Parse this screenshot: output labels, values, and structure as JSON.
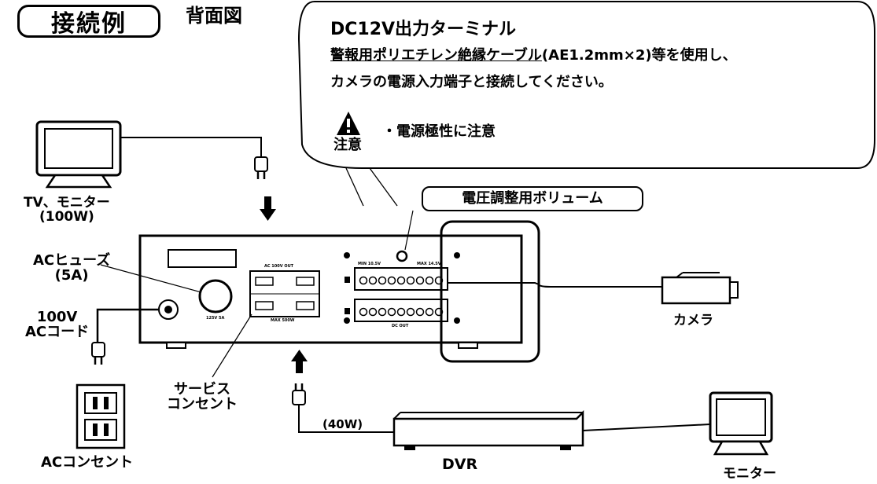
{
  "header": {
    "title": "接続例",
    "subtitle": "背面図"
  },
  "callout": {
    "title": "DC12V出力ターミナル",
    "line1_underlined": "警報用ポリエチレン絶縁ケーブル",
    "line1_rest": "(AE1.2mm×2)等を使用し、",
    "line2": "カメラの電源入力端子と接続してください。",
    "caution_text": "・電源極性に注意",
    "caution_label": "注意"
  },
  "labels": {
    "volume": "電圧調整用ボリューム",
    "tv_line1": "TV、モニター",
    "tv_line2": "(100W)",
    "fuse_line1": "ACヒューズ",
    "fuse_line2": "(5A)",
    "cord_line1": "100V",
    "cord_line2": "ACコード",
    "service_line1": "サービス",
    "service_line2": "コンセント",
    "camera": "カメラ",
    "outlet": "ACコンセント",
    "dvr": "DVR",
    "dvr_power": "(40W)",
    "monitor2": "モニター"
  },
  "panel_print": {
    "ac_out": "AC 100V OUT",
    "max": "MAX 500W",
    "fuse_rating": "125V 5A",
    "terminal_left": "MIN 10.5V",
    "terminal_right": "MAX 14.5V",
    "dc_out": "DC OUT"
  },
  "colors": {
    "ink": "#000000",
    "paper": "#ffffff"
  },
  "icons": [
    "tv-icon",
    "plug-icon",
    "arrow-down-icon",
    "arrow-up-icon",
    "camera-icon",
    "outlet-icon",
    "dvr-icon",
    "monitor-icon",
    "caution-icon"
  ]
}
